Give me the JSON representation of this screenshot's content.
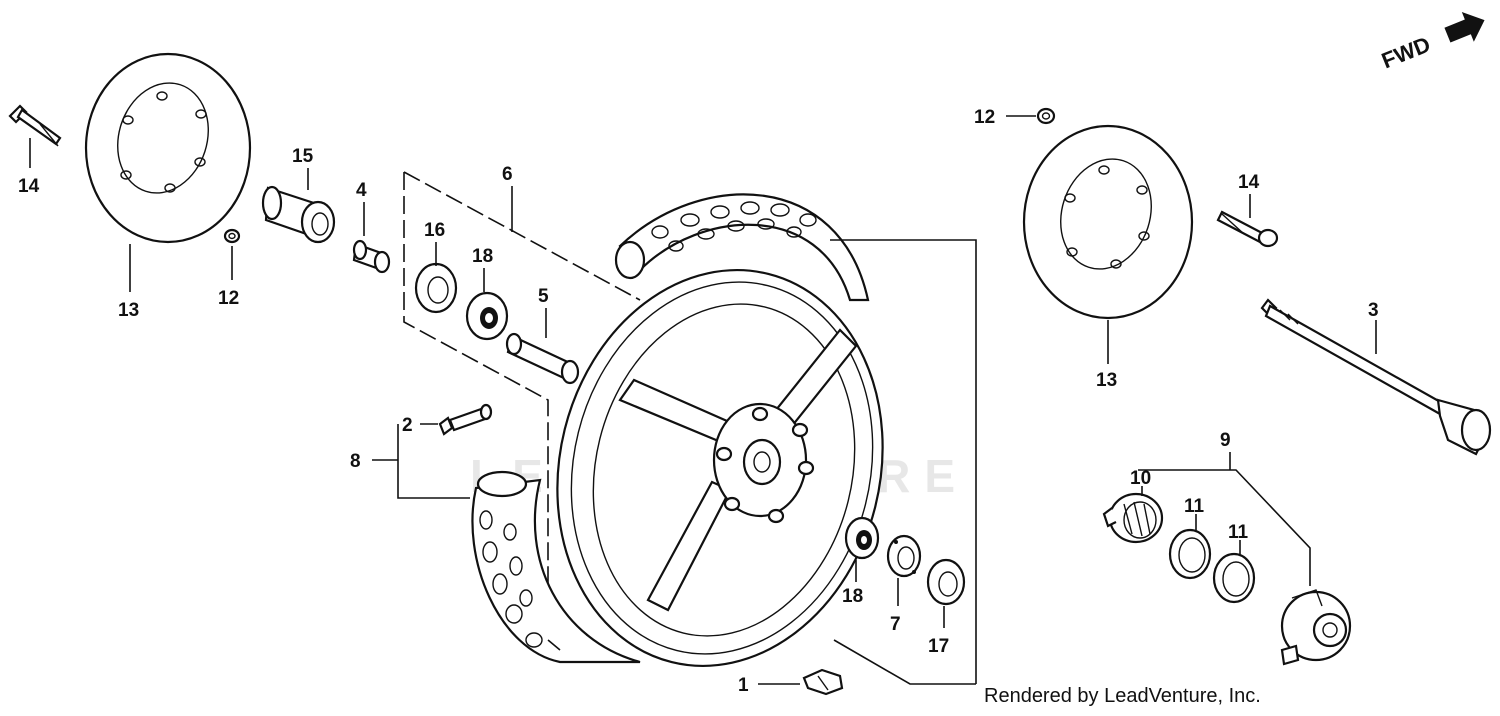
{
  "diagram": {
    "direction_label": "FWD",
    "footer": "Rendered by LeadVenture, Inc.",
    "watermark": "LEADVENTURE",
    "callouts": {
      "c1": "1",
      "c2": "2",
      "c3": "3",
      "c4": "4",
      "c5": "5",
      "c6": "6",
      "c7": "7",
      "c8": "8",
      "c9": "9",
      "c10": "10",
      "c11a": "11",
      "c11b": "11",
      "c12a": "12",
      "c12b": "12",
      "c13a": "13",
      "c13b": "13",
      "c14a": "14",
      "c14b": "14",
      "c15": "15",
      "c16": "16",
      "c17": "17",
      "c18a": "18",
      "c18b": "18"
    }
  }
}
